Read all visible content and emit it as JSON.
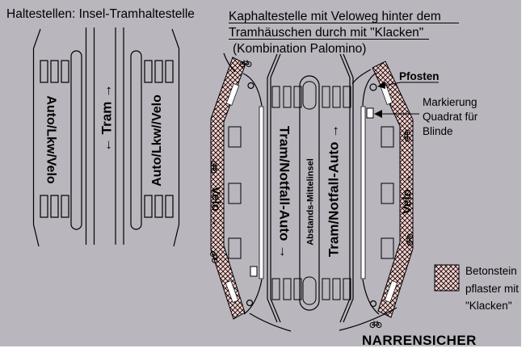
{
  "colors": {
    "canvas_gray": "#b9b6be",
    "margin_white": "#ffffff",
    "ink": "#000000",
    "hatch_pink": "#f9d2d0"
  },
  "left_diagram": {
    "title": "Haltestellen: Insel-Tramhaltestelle",
    "lane_left_label": "Auto/Lkw/Velo",
    "tram_label": "← Tram →",
    "lane_right_label": "Auto/Lkw//Velo"
  },
  "right_diagram": {
    "title_line1": "Kaphaltestelle mit Veloweg hinter dem",
    "title_line2": "Tramhäuschen durch mit \"Klacken\"",
    "subtitle": "(Kombination Palomino)",
    "tram_lane_down_label": "Tram/Notfall-Auto →",
    "tram_lane_up_label": "Tram/Notfall-Auto →",
    "island_label": "Abstands-Mittelinsel",
    "velo_left_label": "Velo →",
    "velo_right_label": "Velo →"
  },
  "annotations": {
    "pfosten": "Pfosten",
    "markierung_line1": "Markierung",
    "markierung_line2": "Quadrat für",
    "markierung_line3": "Blinde",
    "bottom_caption": "NARRENSICHER"
  },
  "legend": {
    "line1": "Betonstein",
    "line2": "pflaster mit",
    "line3": "\"Klacken\""
  },
  "icons": {
    "bicycle": "bicycle-icon",
    "post": "post-icon",
    "blind_square": "blind-square-icon"
  }
}
